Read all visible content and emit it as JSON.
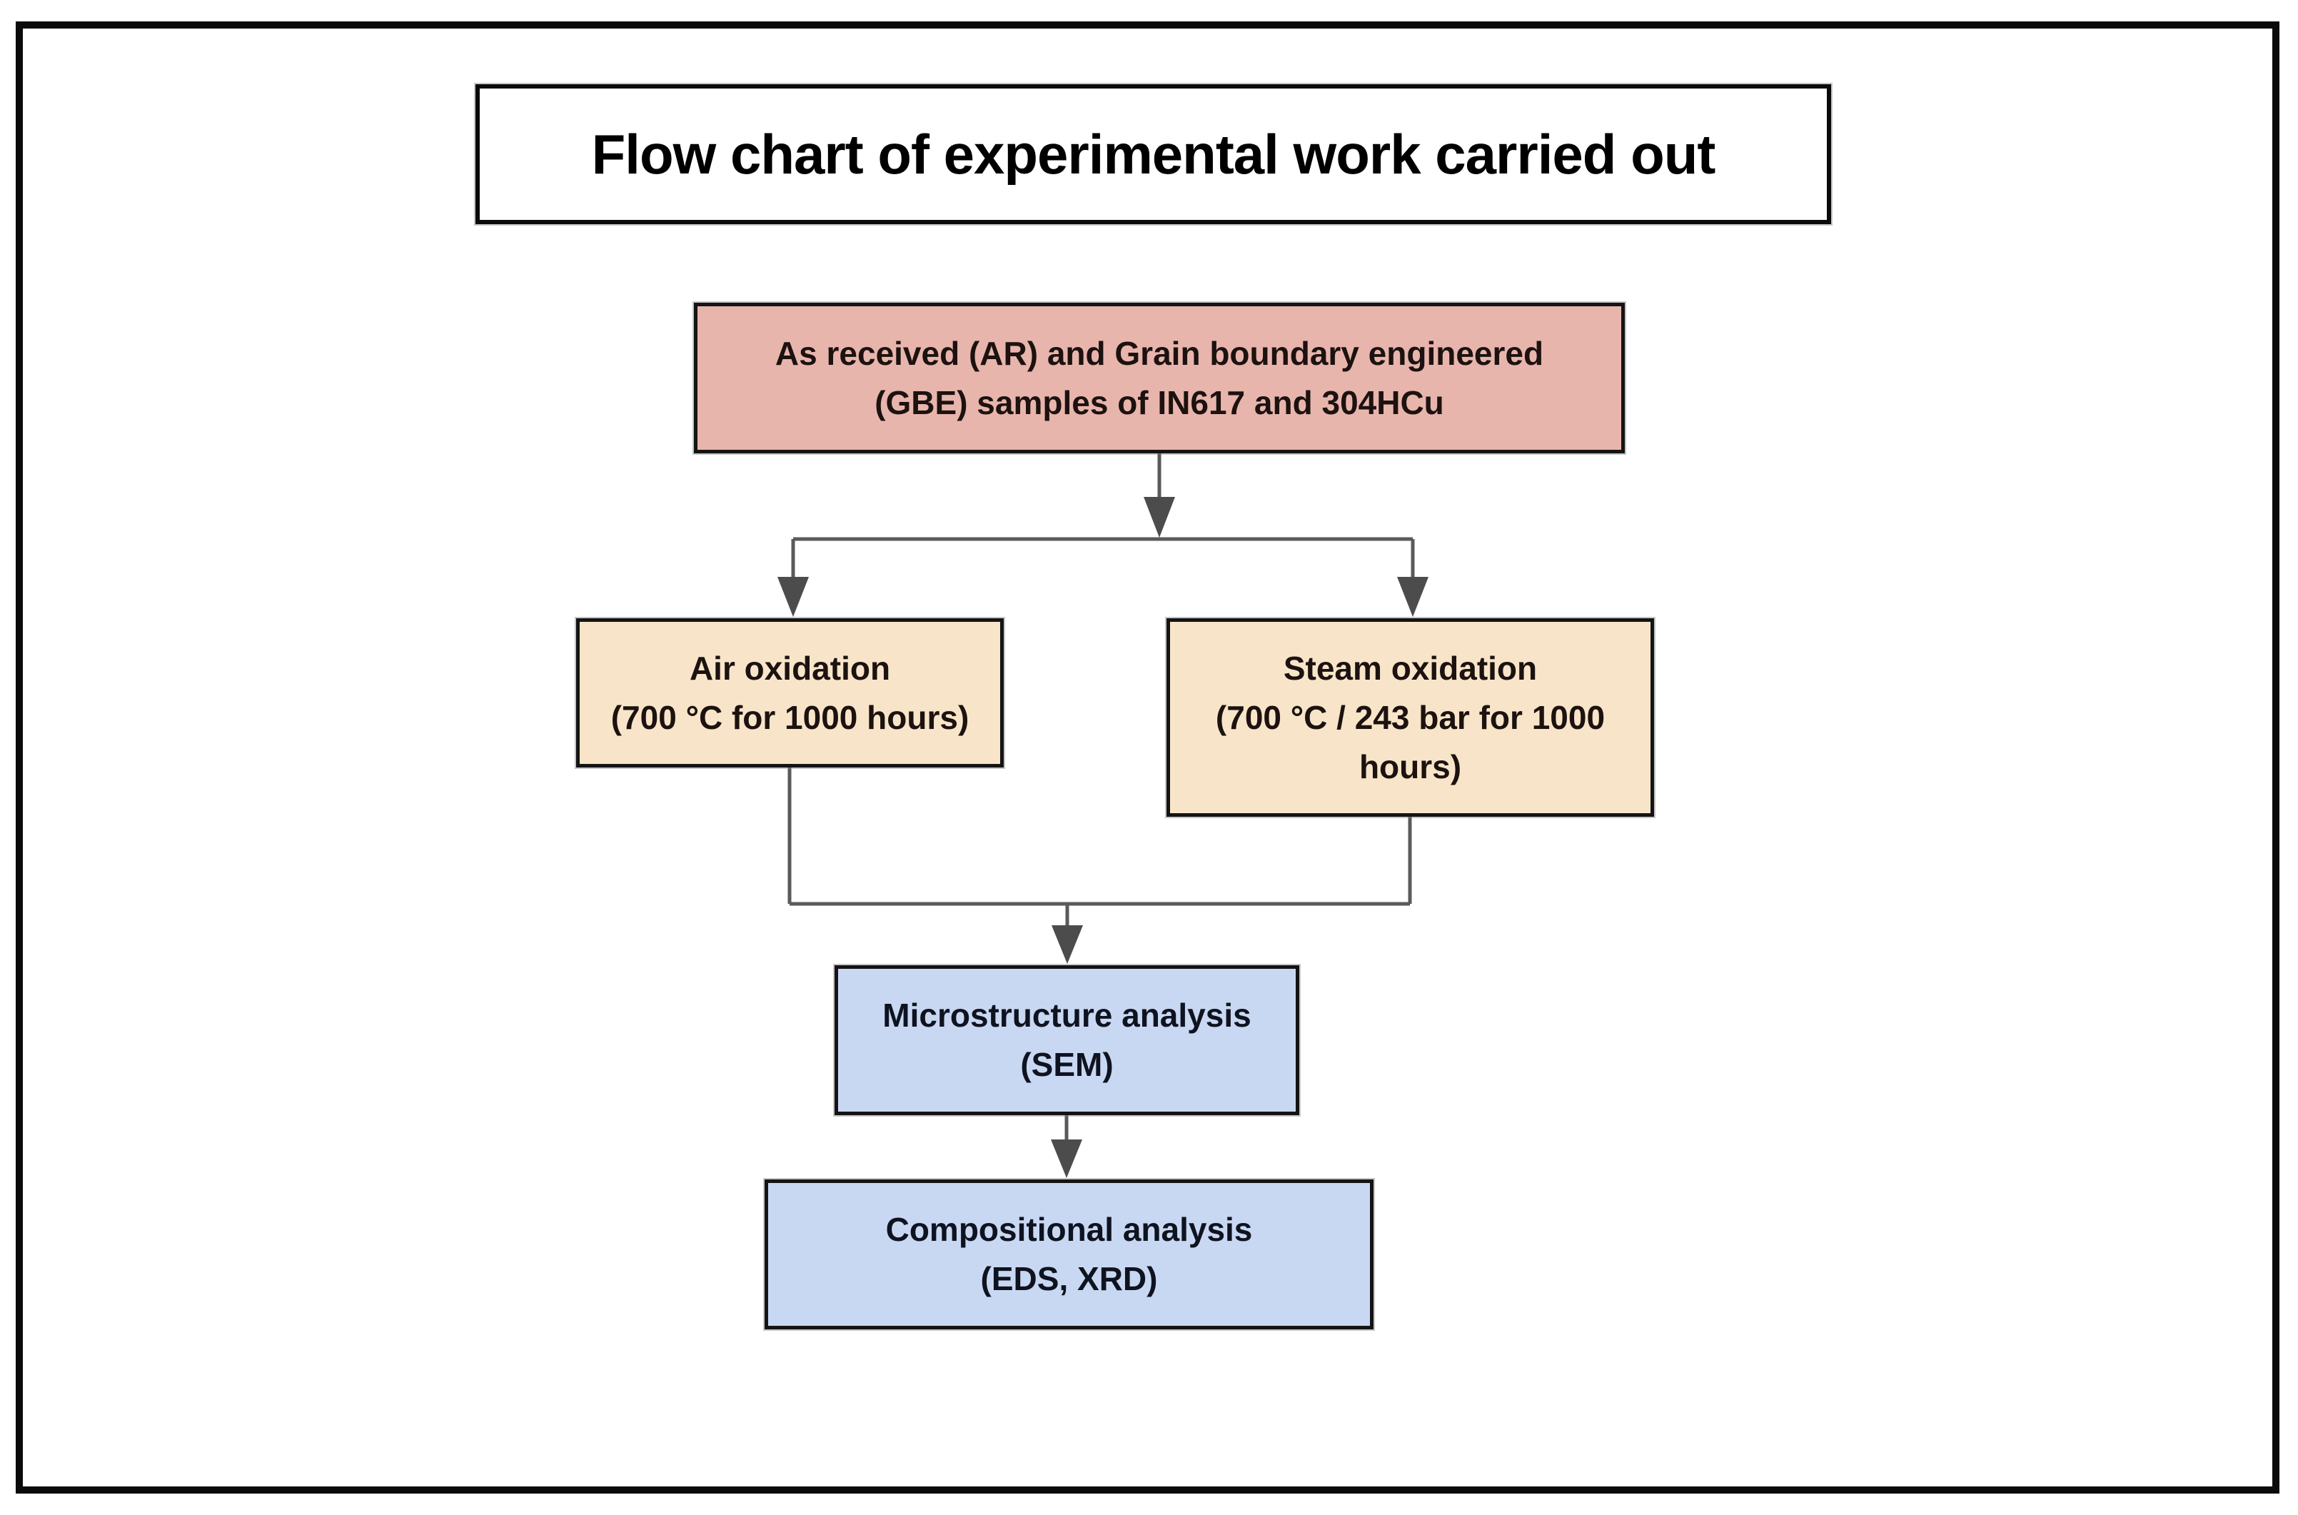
{
  "title": "Flow chart of experimental work carried out",
  "nodes": {
    "samples": {
      "lines": [
        "As received (AR) and Grain boundary engineered",
        "(GBE) samples of IN617 and 304HCu"
      ],
      "fill": "#e8b5ac"
    },
    "air": {
      "lines": [
        "Air oxidation",
        "(700 °C for 1000 hours)"
      ],
      "fill": "#f8e5c9"
    },
    "steam": {
      "lines": [
        "Steam oxidation",
        "(700 °C / 243 bar for 1000 hours)"
      ],
      "fill": "#f8e5c9"
    },
    "microstructure": {
      "lines": [
        "Microstructure analysis",
        "(SEM)"
      ],
      "fill": "#c9d8f2"
    },
    "compositional": {
      "lines": [
        "Compositional analysis",
        "(EDS, XRD)"
      ],
      "fill": "#c9d8f2"
    }
  },
  "edges": [
    {
      "from": "samples",
      "to": "air"
    },
    {
      "from": "samples",
      "to": "steam"
    },
    {
      "from": "air",
      "to": "microstructure"
    },
    {
      "from": "steam",
      "to": "microstructure"
    },
    {
      "from": "microstructure",
      "to": "compositional"
    }
  ],
  "colors": {
    "frame_border": "#0b0b0b",
    "box_border": "#141414",
    "connector_line": "#5a5a5a",
    "arrowhead": "#4c4c4c",
    "samples_fill": "#e8b5ac",
    "oxidation_fill": "#f8e5c9",
    "analysis_fill": "#c9d8f2",
    "background": "#ffffff"
  }
}
